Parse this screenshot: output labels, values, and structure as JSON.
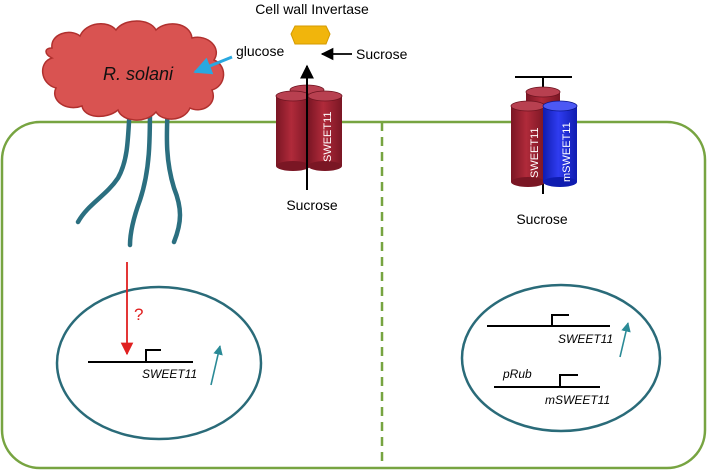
{
  "diagram": {
    "pathogen_label": "R. solani",
    "glucose_label": "glucose",
    "invertase_label": "Cell wall Invertase",
    "sucrose_top_label": "Sucrose",
    "sucrose_left_label": "Sucrose",
    "sucrose_right_label": "Sucrose",
    "transporter_left_label": "SWEET11",
    "transporter_right_label": "SWEET11",
    "transporter_mutant_label": "mSWEET11",
    "question_mark": "?",
    "gene_left_label": "SWEET11",
    "gene_right_label": "SWEET11",
    "promoter_label": "pRub",
    "gene_mutant_label": "mSWEET11"
  },
  "colors": {
    "cell_outline": "#77A441",
    "nucleus_outline": "#2A6B79",
    "hyphae": "#2B6F80",
    "pathogen_fill": "#D95351",
    "pathogen_stroke": "#B0302E",
    "transporter_red": "#A32232",
    "transporter_red_dark": "#6E1420",
    "transporter_blue": "#1A2BE0",
    "invertase": "#F1B50C",
    "arrow_red": "#E02020",
    "arrow_teal": "#2A8A96",
    "glucose_arrow": "#29A8E0"
  }
}
